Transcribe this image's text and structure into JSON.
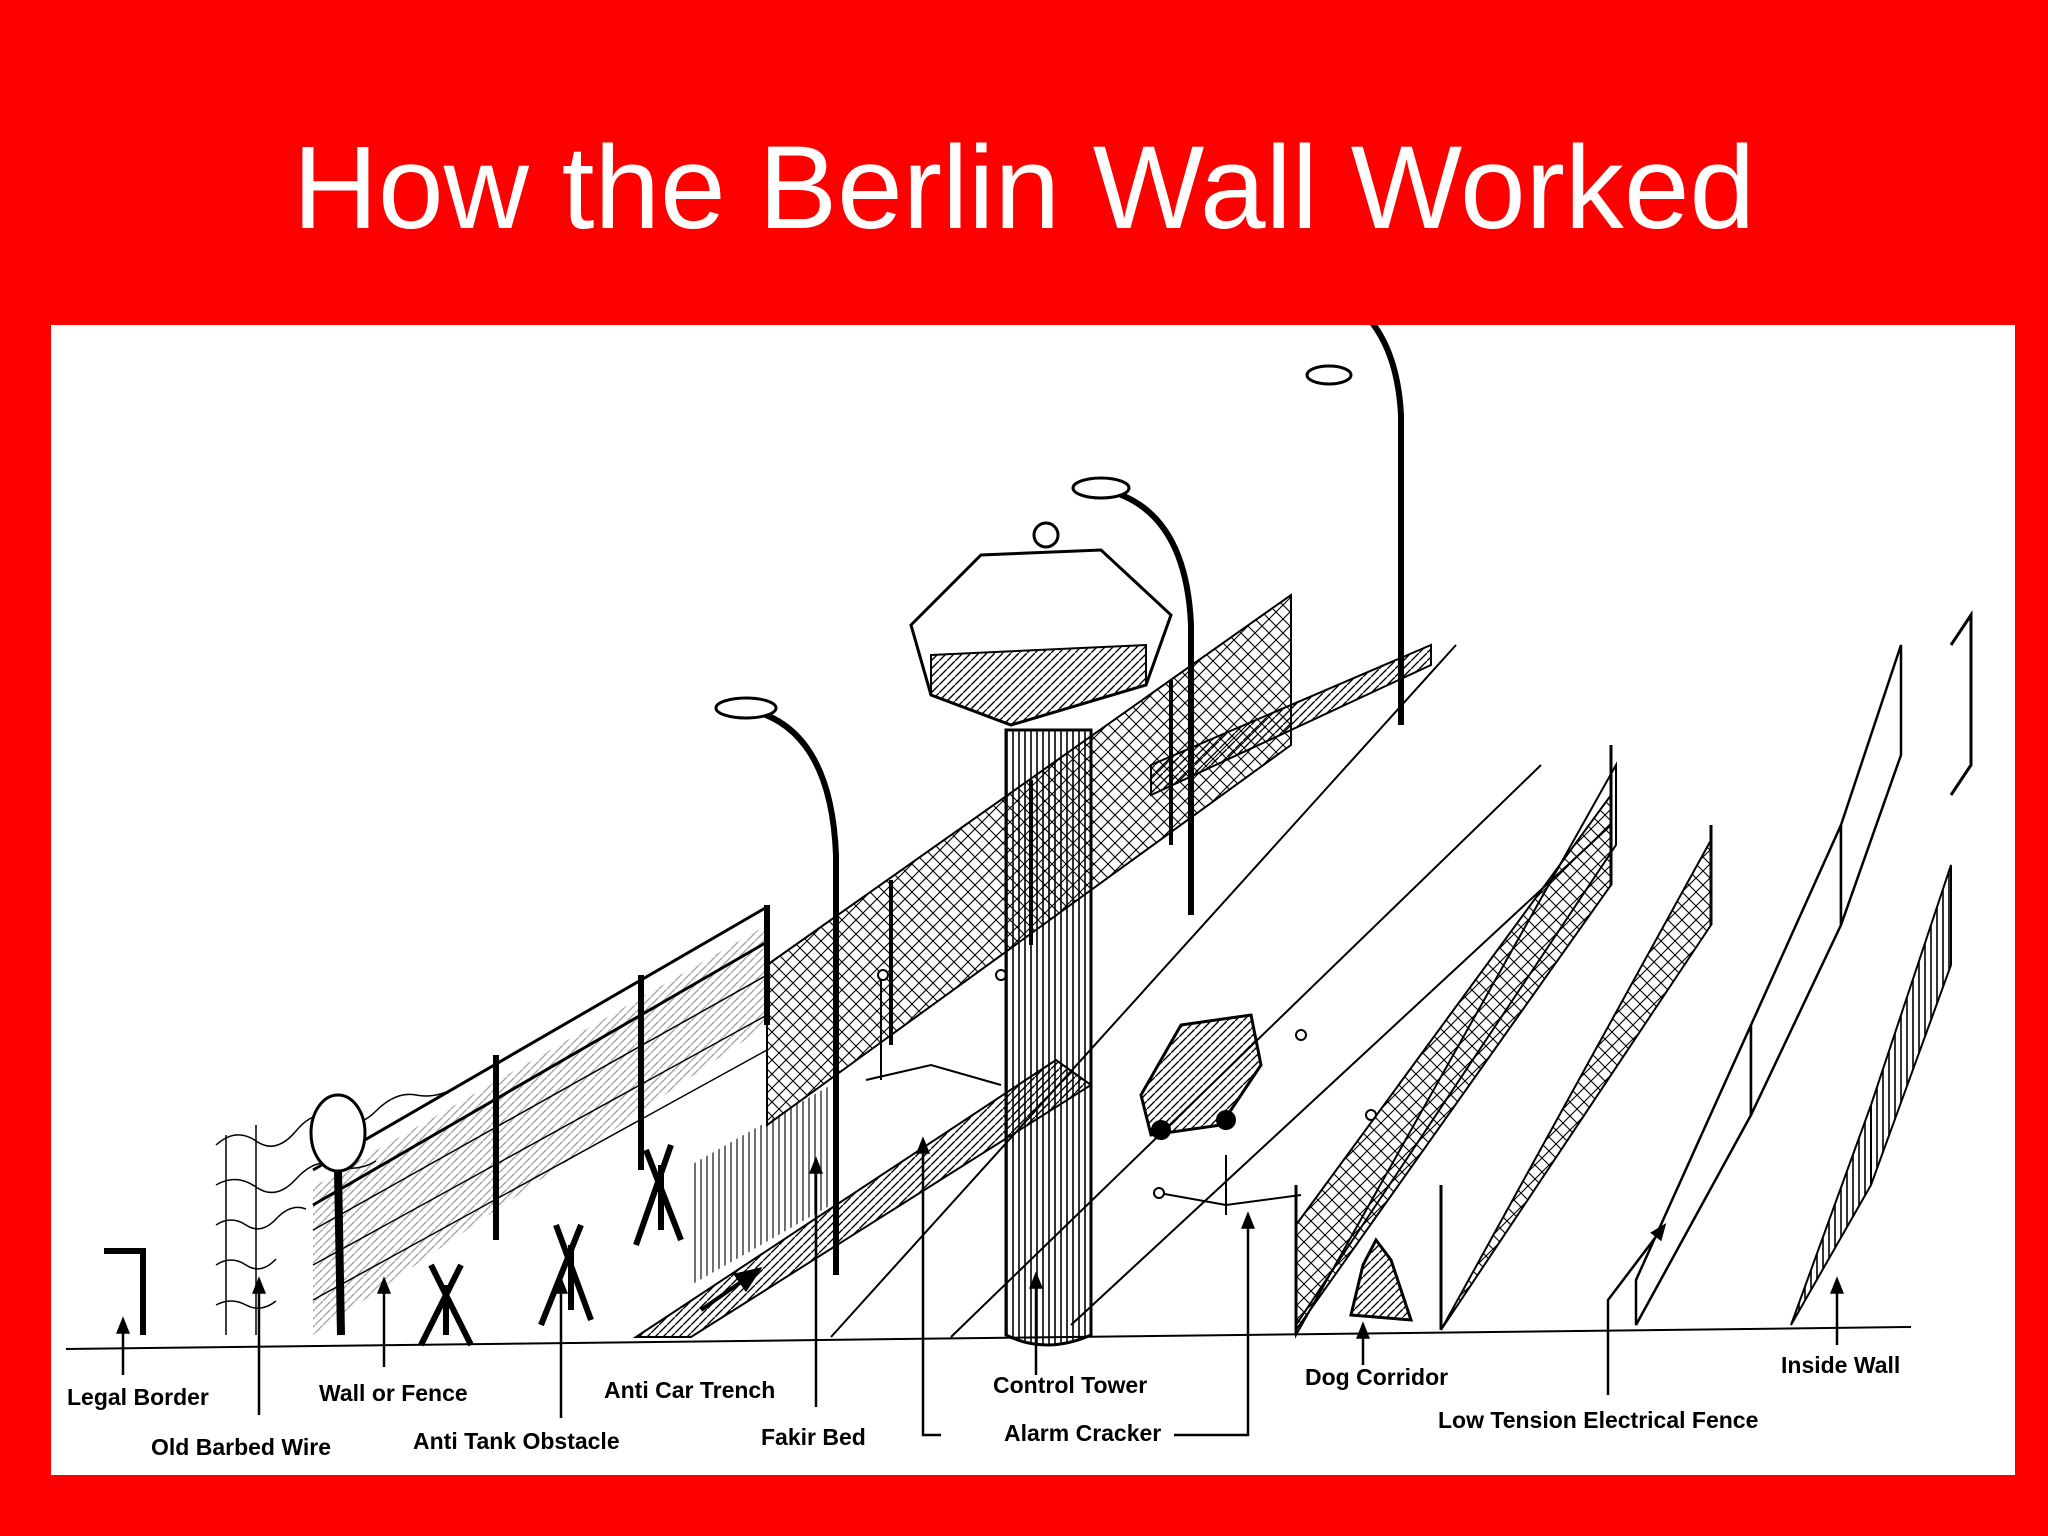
{
  "slide": {
    "title": "How the Berlin Wall Worked",
    "background_color": "#ff0000",
    "title_color": "#ffffff"
  },
  "diagram": {
    "labels": {
      "legal_border": "Legal Border",
      "old_barbed_wire": "Old Barbed Wire",
      "wall_or_fence": "Wall or Fence",
      "anti_tank_obstacle": "Anti Tank Obstacle",
      "anti_car_trench": "Anti Car Trench",
      "fakir_bed": "Fakir Bed",
      "control_tower": "Control Tower",
      "alarm_cracker": "Alarm Cracker",
      "dog_corridor": "Dog Corridor",
      "low_tension_electrical_fence": "Low Tension Electrical Fence",
      "inside_wall": "Inside Wall"
    }
  }
}
